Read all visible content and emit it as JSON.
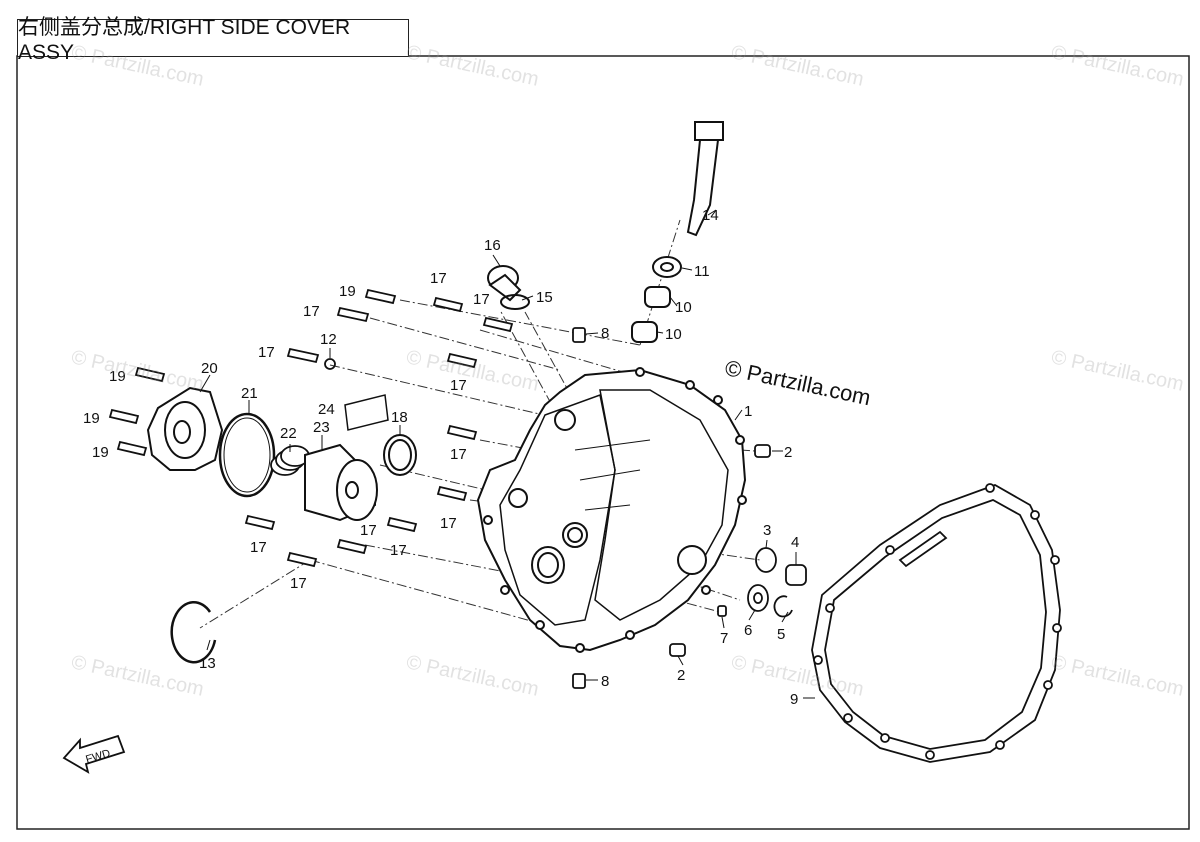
{
  "title": "右侧盖分总成/RIGHT SIDE COVER ASSY",
  "brand_watermark": "© Partzilla.com",
  "watermark_text": "© Partzilla.com",
  "fwd_label": "FWD",
  "callouts": {
    "c1": "1",
    "c2a": "2",
    "c2b": "2",
    "c3": "3",
    "c4": "4",
    "c5": "5",
    "c6": "6",
    "c7": "7",
    "c8a": "8",
    "c8b": "8",
    "c9": "9",
    "c10a": "10",
    "c10b": "10",
    "c11": "11",
    "c12": "12",
    "c13": "13",
    "c14": "14",
    "c15": "15",
    "c16": "16",
    "c17a": "17",
    "c17b": "17",
    "c17c": "17",
    "c17d": "17",
    "c17e": "17",
    "c17f": "17",
    "c17g": "17",
    "c17h": "17",
    "c17i": "17",
    "c17j": "17",
    "c17k": "17",
    "c18": "18",
    "c19a": "19",
    "c19b": "19",
    "c19c": "19",
    "c19d": "19",
    "c20": "20",
    "c21": "21",
    "c22": "22",
    "c23": "23",
    "c24": "24"
  }
}
